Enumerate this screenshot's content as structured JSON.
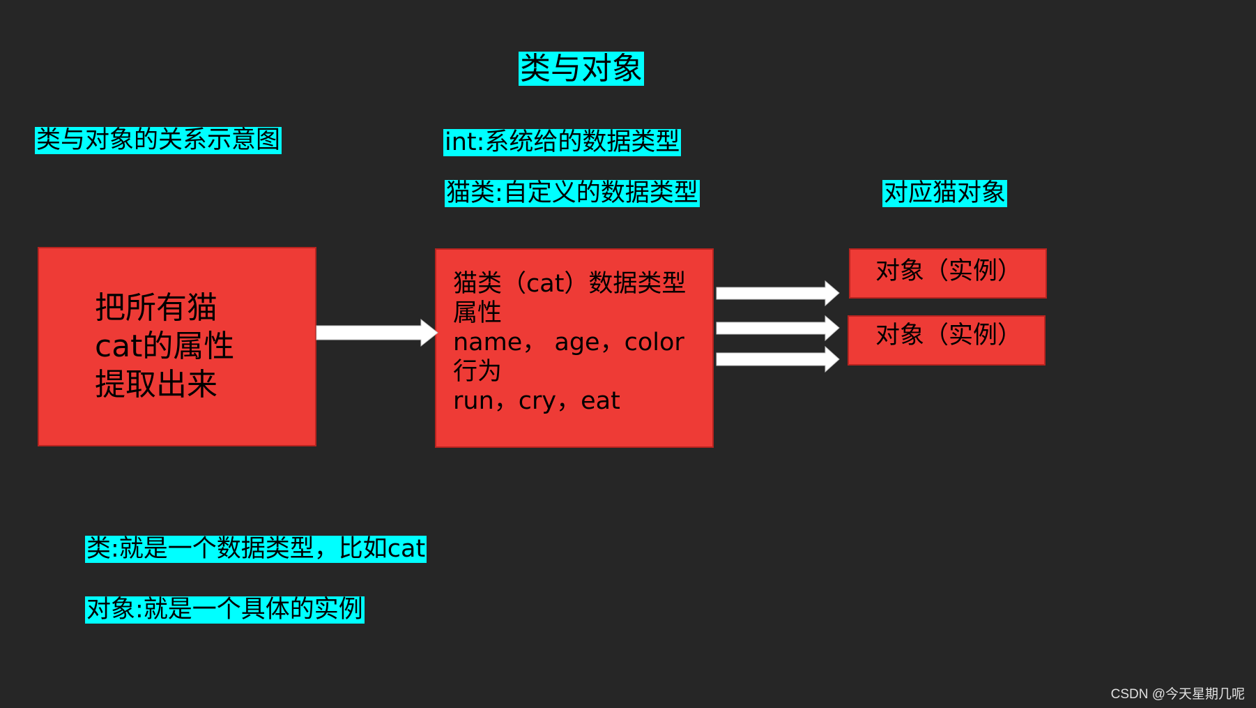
{
  "title": "类与对象",
  "labels": {
    "relation_diagram": "类与对象的关系示意图",
    "int_type": "int:系统给的数据类型",
    "cat_class_type": "猫类:自定义的数据类型",
    "cat_objects": "对应猫对象",
    "class_definition": "类:就是一个数据类型，比如cat",
    "object_definition": "对象:就是一个具体的实例"
  },
  "extract_box": {
    "lines": [
      "把所有猫",
      "cat的属性",
      "提取出来"
    ]
  },
  "class_box": {
    "lines": [
      "猫类（cat）数据类型",
      "属性",
      "name， age，color",
      "行为",
      "run，cry，eat"
    ]
  },
  "instances": [
    {
      "label": "对象（实例）"
    },
    {
      "label": "对象（实例）"
    }
  ],
  "watermark": "CSDN @今天星期几呢",
  "colors": {
    "background": "#262626",
    "label_highlight": "#00ffff",
    "box_fill": "#ee3b36",
    "arrow": "#ffffff"
  }
}
